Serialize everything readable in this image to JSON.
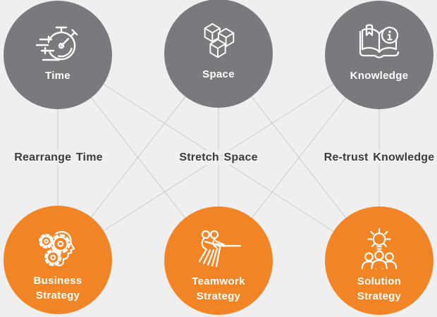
{
  "diagram": {
    "top_row": [
      {
        "label": "Time",
        "icon": "stopwatch-icon"
      },
      {
        "label": "Space",
        "icon": "cubes-icon"
      },
      {
        "label": "Knowledge",
        "icon": "open-book-info-icon"
      }
    ],
    "middle_labels": [
      {
        "text": "Rearrange Time"
      },
      {
        "text": "Stretch Space"
      },
      {
        "text": "Re-trust Knowledge"
      }
    ],
    "bottom_row": [
      {
        "label": "Business Strategy",
        "icon": "head-gears-icon"
      },
      {
        "label": "Teamwork Strategy",
        "icon": "tug-of-war-icon"
      },
      {
        "label": "Solution Strategy",
        "icon": "lightbulb-team-icon"
      }
    ]
  },
  "colors": {
    "background": "#efefef",
    "top_circle": "#797a7e",
    "bottom_circle": "#f18526",
    "connector_line": "#c9c9c9",
    "middle_label_text": "#3c3c3c",
    "circle_label_text": "#ffffff"
  }
}
